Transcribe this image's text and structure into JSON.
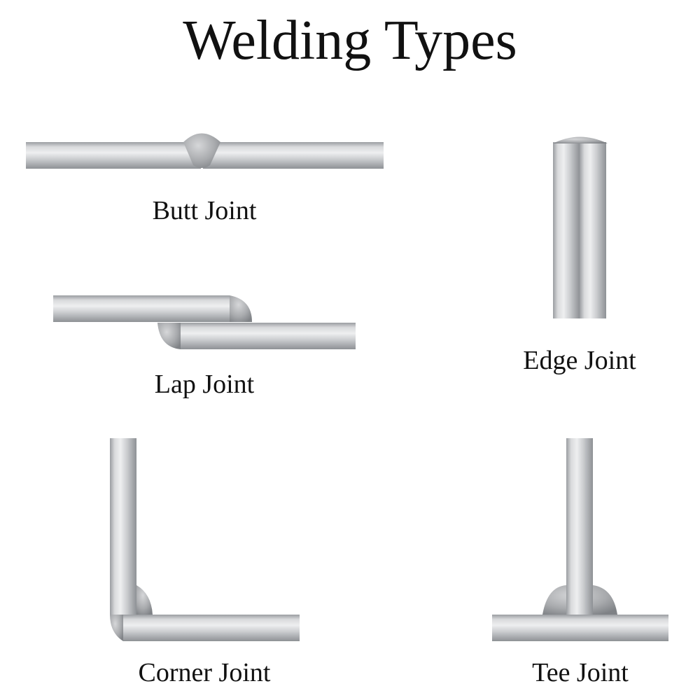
{
  "title": "Welding Types",
  "joints": {
    "butt": "Butt Joint",
    "lap": "Lap Joint",
    "edge": "Edge Joint",
    "corner": "Corner Joint",
    "tee": "Tee Joint"
  },
  "colors": {
    "metal_light": "#e6e7e8",
    "metal_mid": "#c3c5c8",
    "metal_dark": "#8c8f93",
    "weld": "#a7a9ac",
    "text": "#111111"
  }
}
